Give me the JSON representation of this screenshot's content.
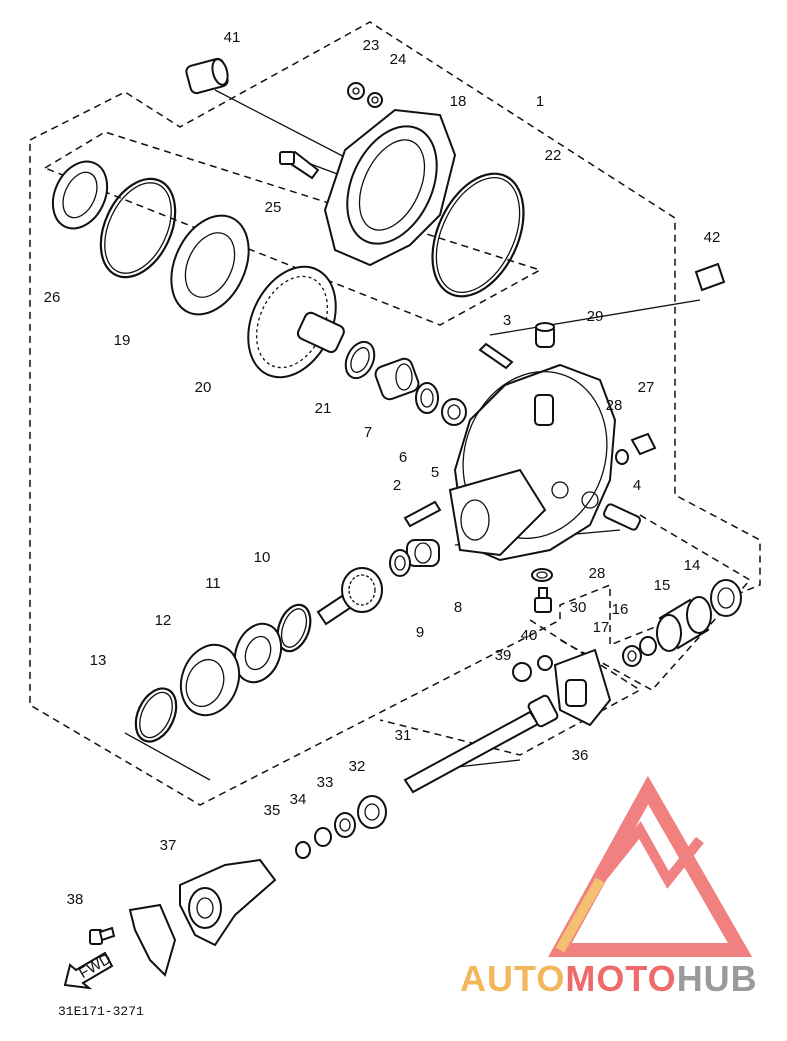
{
  "diagram": {
    "part_numbers": [
      "41",
      "23",
      "24",
      "18",
      "1",
      "25",
      "22",
      "42",
      "26",
      "19",
      "20",
      "3",
      "29",
      "27",
      "28",
      "21",
      "7",
      "6",
      "5",
      "2",
      "4",
      "10",
      "11",
      "12",
      "28",
      "30",
      "14",
      "15",
      "16",
      "17",
      "8",
      "9",
      "13",
      "39",
      "40",
      "31",
      "36",
      "35",
      "34",
      "33",
      "32",
      "37",
      "38"
    ],
    "fwd_label": "FWD",
    "drawing_code": "31E171-3271"
  },
  "watermark": {
    "brand_part1": "AUTO",
    "brand_part2": "MOTO",
    "brand_part3": "HUB",
    "colors": {
      "orange": "#f3b65a",
      "red": "#ef6b6b",
      "gray": "#9a9a9a"
    }
  }
}
